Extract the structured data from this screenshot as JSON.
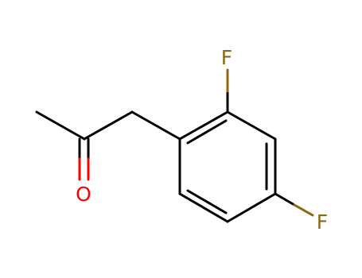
{
  "molecule": {
    "atoms": {
      "oxygen": {
        "symbol": "O",
        "color": "#ff0000"
      },
      "fluorine_top": {
        "symbol": "F",
        "color": "#8b6914"
      },
      "fluorine_right": {
        "symbol": "F",
        "color": "#8b6914"
      }
    },
    "colors": {
      "bond": "#000000",
      "oxygen": "#ff0000",
      "fluorine": "#8b6914",
      "background": "#ffffff"
    }
  }
}
